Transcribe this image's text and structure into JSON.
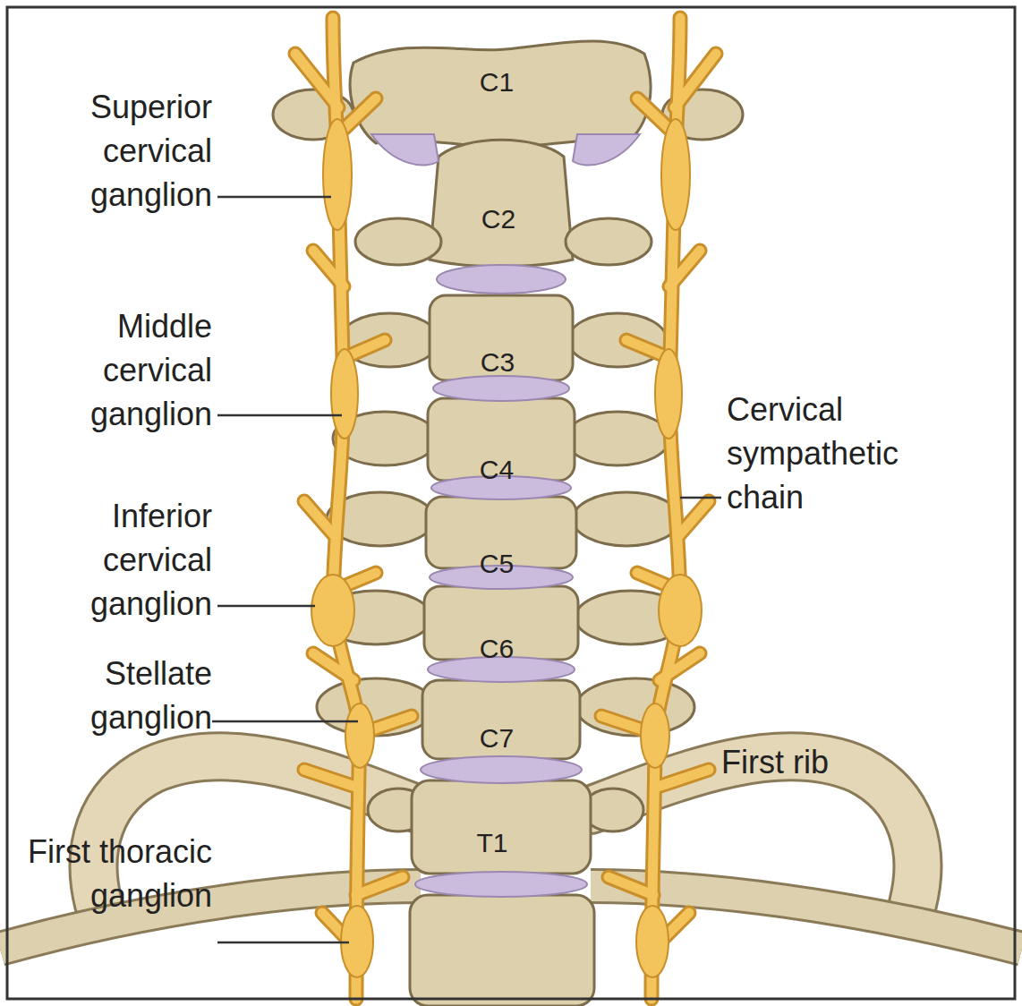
{
  "diagram": {
    "labels": [
      "C1",
      "Superior cervical ganglion",
      "C2",
      "Middle cervical ganglion",
      "C3",
      "Cervical sympathetic chain",
      "C4",
      "Inferior cervical ganglion",
      "C5",
      "C6",
      "Stellate ganglion",
      "C7",
      "First rib",
      "T1",
      "First thoracic ganglion"
    ]
  }
}
